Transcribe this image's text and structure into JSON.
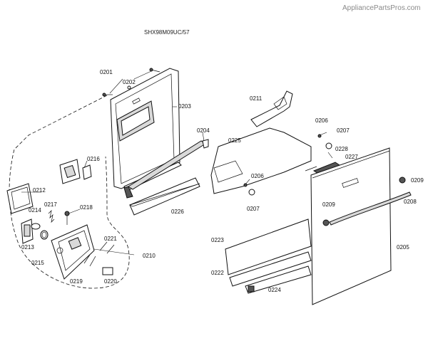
{
  "watermark": "AppliancePartsPros.com",
  "model": "SHX98M09UC/57",
  "labels": {
    "p0201": "0201",
    "p0202": "0202",
    "p0203": "0203",
    "p0204": "0204",
    "p0205": "0205",
    "p0206a": "0206",
    "p0206b": "0206",
    "p0207a": "0207",
    "p0207b": "0207",
    "p0208": "0208",
    "p0209a": "0209",
    "p0209b": "0209",
    "p0210": "0210",
    "p0211": "0211",
    "p0212": "0212",
    "p0213": "0213",
    "p0214": "0214",
    "p0215": "0215",
    "p0216": "0216",
    "p0217": "0217",
    "p0218": "0218",
    "p0219": "0219",
    "p0220": "0220",
    "p0221": "0221",
    "p0222": "0222",
    "p0223": "0223",
    "p0224": "0224",
    "p0225": "0225",
    "p0226": "0226",
    "p0227": "0227",
    "p0228": "0228"
  }
}
